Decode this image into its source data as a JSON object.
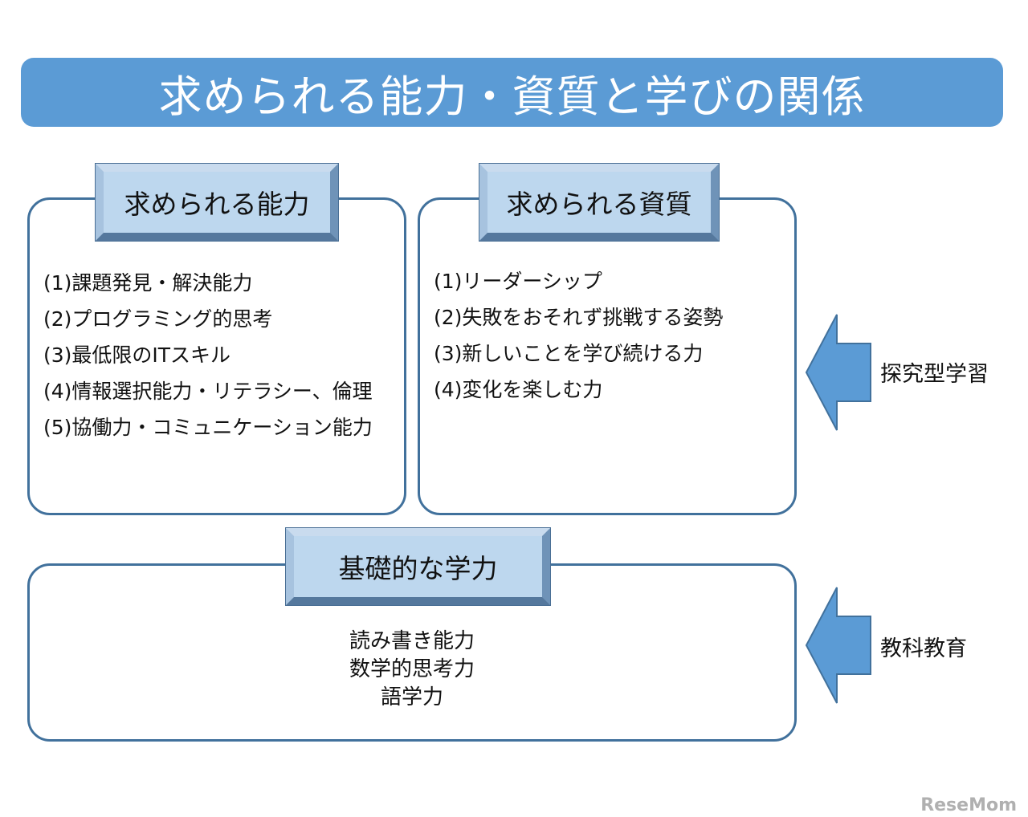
{
  "title": "求められる能力・資質と学びの関係",
  "abilities": {
    "label": "求められる能力",
    "items": [
      "(1)課題発見・解決能力",
      "(2)プログラミング的思考",
      "(3)最低限のITスキル",
      "(4)情報選択能力・リテラシー、倫理",
      "(5)協働力・コミュニケーション能力"
    ]
  },
  "qualities": {
    "label": "求められる資質",
    "items": [
      "(1)リーダーシップ",
      "(2)失敗をおそれず挑戦する姿勢",
      "(3)新しいことを学び続ける力",
      "(4)変化を楽しむ力"
    ]
  },
  "basic": {
    "label": "基礎的な学力",
    "items": [
      "読み書き能力",
      "数学的思考力",
      "語学力"
    ]
  },
  "arrows": {
    "top_label": "探究型学習",
    "bottom_label": "教科教育",
    "color": "#5b9bd5"
  },
  "logo": "ReseMom"
}
